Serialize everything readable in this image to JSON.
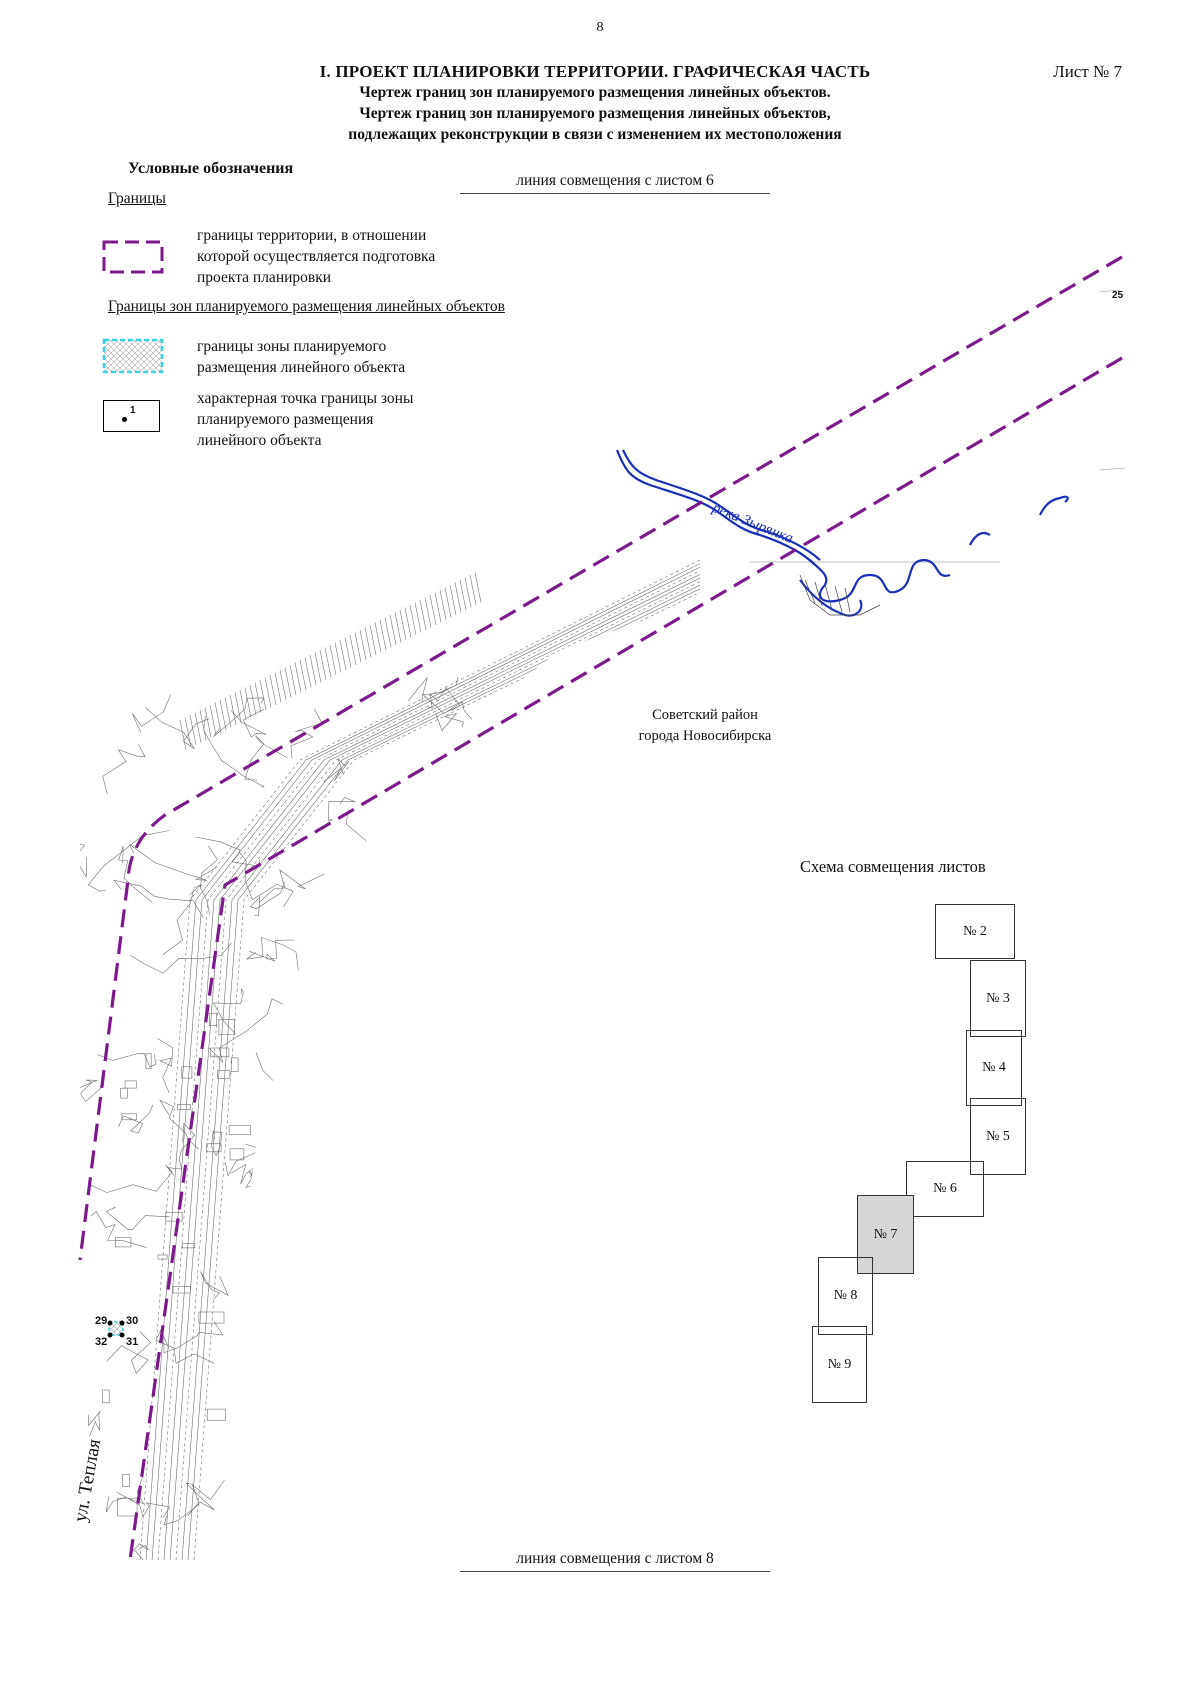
{
  "page": {
    "number": "8",
    "sheet_label": "Лист № 7"
  },
  "title": {
    "line1": "I. ПРОЕКТ ПЛАНИРОВКИ ТЕРРИТОРИИ. ГРАФИЧЕСКАЯ ЧАСТЬ",
    "line2": "Чертеж границ зон планируемого размещения линейных объектов.",
    "line3": "Чертеж границ зон планируемого размещения линейных объектов,",
    "line4": "подлежащих реконструкции в связи с изменением их местоположения"
  },
  "legend": {
    "heading": "Условные обозначения",
    "section1": "Границы",
    "item1_line1": "границы территории, в отношении",
    "item1_line2": "которой осуществляется подготовка",
    "item1_line3": "проекта планировки",
    "section2": "Границы зон планируемого размещения линейных объектов",
    "item2_line1": "границы зоны планируемого",
    "item2_line2": "размещения линейного объекта",
    "item3_line1": "характерная точка границы зоны",
    "item3_line2": "планируемого размещения",
    "item3_line3": "линейного объекта",
    "item3_symbol_label": "1"
  },
  "map": {
    "match_line_top": "линия совмещения с листом 6",
    "match_line_bottom": "линия совмещения с листом 8",
    "river_label": "река Зырянка",
    "district_line1": "Советский район",
    "district_line2": "города Новосибирска",
    "street_label": "ул. Теплая",
    "edge_label": "25",
    "points": [
      "29",
      "30",
      "31",
      "32"
    ],
    "boundary_color": "#7b1a8a",
    "river_color": "#1a2fb8",
    "zone_color": "#3fd0e0"
  },
  "scheme": {
    "title": "Схема совмещения листов",
    "sheets": [
      "№ 2",
      "№ 3",
      "№ 4",
      "№ 5",
      "№ 6",
      "№ 7",
      "№ 8",
      "№ 9"
    ],
    "active": "№ 7"
  }
}
